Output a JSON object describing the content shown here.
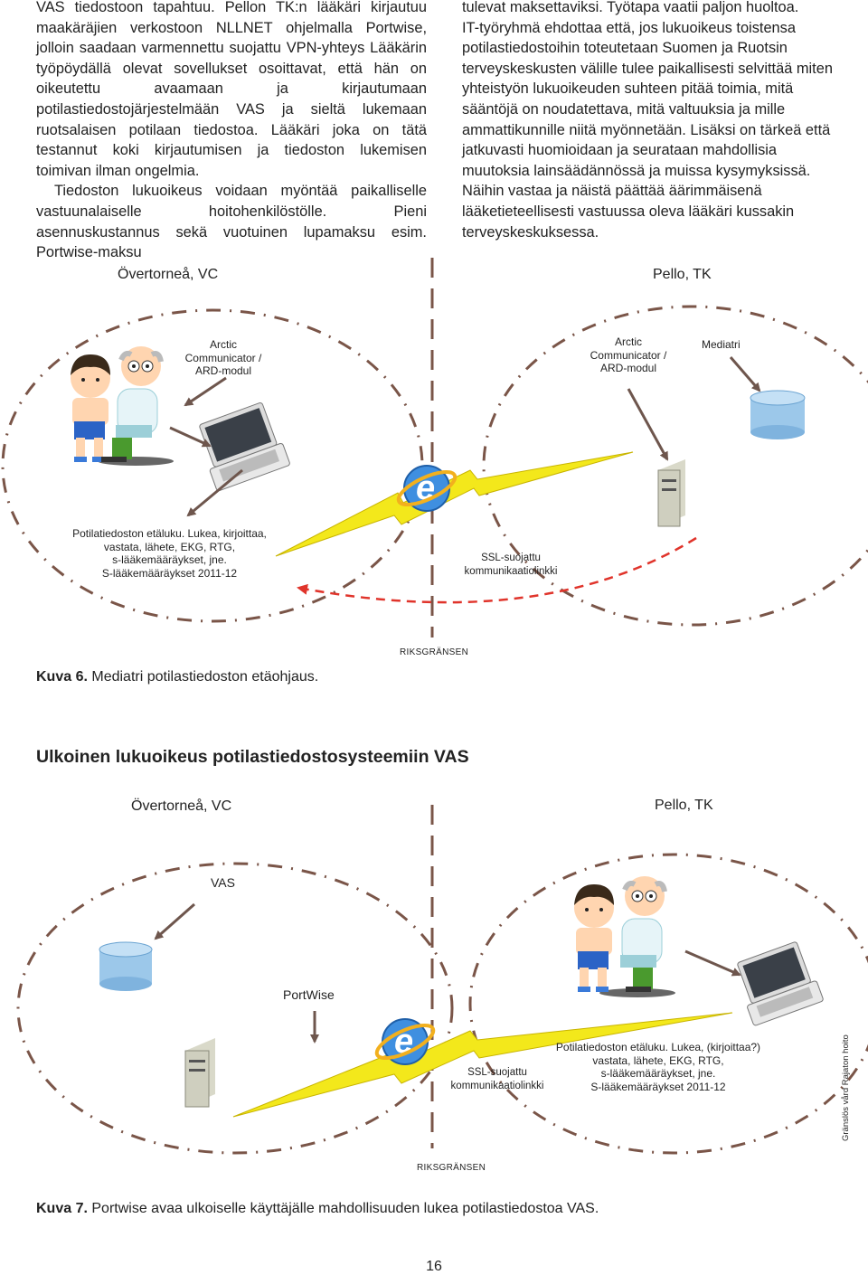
{
  "body_text": {
    "left_column": [
      {
        "text": "VAS tiedostoon tapahtuu. Pellon TK:n  lääkäri kirjautuu maakäräjien verkostoon NLLNET  ohjelmalla Portwise, jolloin saadaan varmennettu suojattu VPN-yhteys Lääkärin työpöydällä olevat sovellukset osoittavat, että hän on oikeutettu avaamaan ja kirjautumaan potilastiedostojärjestelmään VAS ja sieltä lukemaan ruotsalaisen potilaan tiedostoa. Lääkäri joka on tätä testannut koki kirjautumisen ja tiedoston lukemisen toimivan ilman ongelmia.",
        "indent": false
      },
      {
        "text": "Tiedoston lukuoikeus voidaan myöntää paikalliselle vastuunalaiselle hoitohenkilöstölle. Pieni asennuskustannus sekä vuotuinen lupamaksu esim. Portwise-maksu",
        "indent": true
      }
    ],
    "right_column": [
      {
        "text": "tulevat maksettaviksi. Työtapa vaatii paljon huoltoa.",
        "indent": false
      },
      {
        "text": "IT-työryhmä ehdottaa että, jos lukuoikeus toistensa potilastiedostoihin toteutetaan Suomen ja Ruotsin terveyskeskusten välille tulee paikallisesti selvittää miten yhteistyön lukuoikeuden suhteen pitää toimia, mitä sääntöjä on noudatettava, mitä valtuuksia ja mille ammattikunnille niitä myönnetään. Lisäksi on tärkeä että jatkuvasti huomioidaan ja seurataan mahdollisia muutoksia lainsäädännössä ja muissa kysymyksissä. Näihin vastaa ja näistä päättää äärimmäisenä lääketieteellisesti vastuussa oleva lääkäri kussakin terveyskeskuksessa.",
        "indent": false
      }
    ]
  },
  "figure6": {
    "left_place": "Övertorneå, VC",
    "right_place": "Pello, TK",
    "left_module": [
      "Arctic",
      "Communicator /",
      "ARD-modul"
    ],
    "right_module": [
      "Arctic",
      "Communicator /",
      "ARD-modul"
    ],
    "mediatri": "Mediatri",
    "note": [
      "Potilatiedoston etäluku. Lukea, kirjoittaa,",
      "vastata, lähete, EKG, RTG,",
      "s-lääkemääräykset, jne.",
      "S-lääkemääräykset 2011-12"
    ],
    "ssl": [
      "SSL-suojattu",
      "kommunikaatiolinkki"
    ],
    "border": "RIKSGRÄNSEN",
    "caption_label": "Kuva 6.",
    "caption_text": " Mediatri potilastiedoston etäohjaus."
  },
  "section_heading": "Ulkoinen lukuoikeus potilastiedostosysteemiin VAS",
  "figure7": {
    "left_place": "Övertorneå, VC",
    "right_place": "Pello, TK",
    "vas": "VAS",
    "portwise": "PortWise",
    "ssl": [
      "SSL-suojattu",
      "kommunikaatiolinkki"
    ],
    "note": [
      "Potilatiedoston etäluku. Lukea, (kirjoittaa?)",
      "vastata, lähete, EKG, RTG,",
      "s-lääkemääräykset, jne.",
      "S-lääkemääräykset 2011-12"
    ],
    "border": "RIKSGRÄNSEN",
    "credit": "Gränslös vård Rajaton hoito",
    "caption_label": "Kuva 7.",
    "caption_text": " Portwise avaa ulkoiselle käyttäjälle mahdollisuuden lukea potilastiedostoa VAS."
  },
  "page_number": "16",
  "colors": {
    "dash": "#7a5548",
    "arrow": "#6e564d",
    "red_link": "#e0342b",
    "bolt": "#f3e81b",
    "pc": "#bfbfbf",
    "db": "#9cc8ea"
  }
}
